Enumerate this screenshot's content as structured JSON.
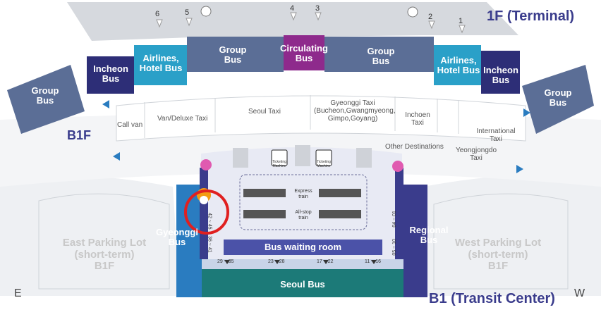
{
  "map": {
    "floors": {
      "terminal": "1F (Terminal)",
      "b1f": "B1F",
      "transit": "B1 (Transit Center)"
    },
    "compass": {
      "east": "E",
      "west": "W"
    },
    "gates": [
      "6",
      "5",
      "4",
      "3",
      "2",
      "1"
    ],
    "zones_1f": {
      "group_bus_left": "Group\nBus",
      "incheon_bus_left": "Incheon\nBus",
      "airlines_hotel_left": "Airlines,\nHotel Bus",
      "group_bus_center_left": "Group\nBus",
      "circulating_bus": "Circulating\nBus",
      "group_bus_center_right": "Group\nBus",
      "airlines_hotel_right": "Airlines,\nHotel Bus",
      "incheon_bus_right": "Incheon\nBus",
      "group_bus_right": "Group\nBus"
    },
    "taxi_zones": {
      "call_van": "Call van",
      "van_deluxe": "Van/Deluxe Taxi",
      "seoul_taxi": "Seoul Taxi",
      "gyeonggi_taxi": "Gyeonggi Taxi\n(Bucheon,Gwangmyeong,\nGimpo,Goyang)",
      "incheon_taxi": "Inchoen\nTaxi",
      "international_taxi": "International\nTaxi",
      "other_destinations": "Other Destinations",
      "yeongjongdo_taxi": "Yeongjongdo\nTaxi"
    },
    "transit": {
      "ticketing_machine": "Ticketing\nMachine",
      "express_train": "Express\ntrain",
      "allstop_train": "All-stop\ntrain",
      "bus_waiting_room": "Bus waiting room",
      "seoul_bus": "Seoul Bus",
      "gyeonggi_bus": "Gyeonggi\nBus",
      "regional_bus": "Regional\nBus",
      "east_parking": "East Parking Lot\n(short-term)\nB1F",
      "west_parking": "West Parking Lot\n(short-term)\nB1F",
      "stop_ranges_bottom": [
        "29 ~ 35",
        "23 ~ 28",
        "17 ~ 22",
        "11 ~ 16"
      ],
      "stop_left_upper": "42 ~ 45",
      "stop_left_lower": "36 ~ 41",
      "stop_right_upper": "04 ~ 01",
      "stop_right_lower": "05 ~ 10"
    },
    "colors": {
      "group_bus": "#5b6e96",
      "incheon_bus": "#2d2e77",
      "airlines_hotel": "#2aa0c8",
      "circulating_bus": "#8e2a8c",
      "gyeonggi_bus": "#2a7cc0",
      "regional_bus": "#3a3c8c",
      "seoul_bus": "#1c7a78",
      "waiting_room": "#4b52a8",
      "highlight": "#e02020"
    }
  }
}
